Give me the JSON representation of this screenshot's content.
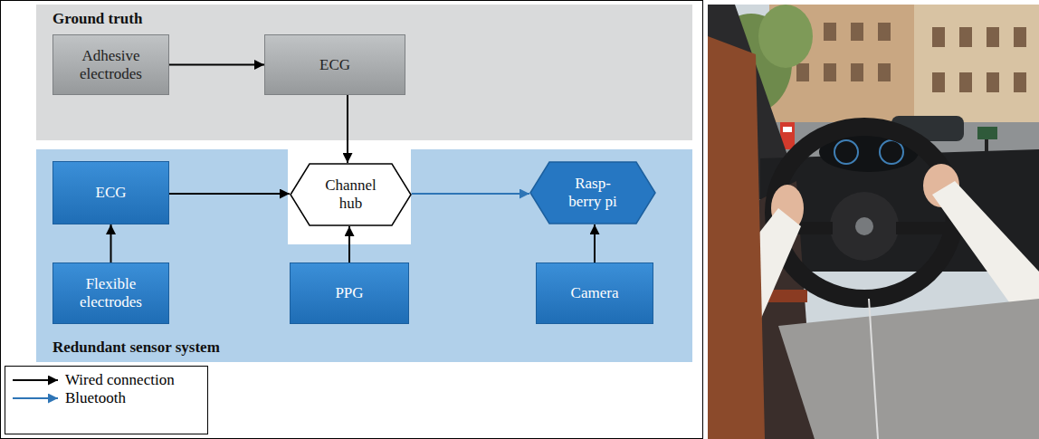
{
  "diagram": {
    "nodes": [
      {
        "text": [
          "Ground truth"
        ]
      },
      {
        "text": [
          "Adhesive electrodes"
        ],
        "in": 0
      },
      {
        "text": [
          "ECG"
        ],
        "in": 0
      },
      {
        "text": [
          "Redundant sensor system"
        ]
      },
      {
        "text": [
          "ECG"
        ],
        "in": 3
      },
      {
        "text": [
          "Channel hub"
        ],
        "in": 3
      },
      {
        "text": [
          "Rasp- berry pi"
        ],
        "in": 3
      },
      {
        "text": [
          "Flexible electrodes"
        ],
        "in": 3
      },
      {
        "text": [
          "PPG"
        ],
        "in": 3
      },
      {
        "text": [
          "Camera"
        ],
        "in": 3
      }
    ],
    "edges": [
      {
        "from": 1,
        "to": 2,
        "arrow": "to"
      },
      {
        "from": 2,
        "to": 5,
        "arrow": "to"
      },
      {
        "from": 4,
        "to": 5,
        "arrow": "to"
      },
      {
        "from": 7,
        "to": 4,
        "arrow": "to"
      },
      {
        "from": 8,
        "to": 5,
        "arrow": "to"
      },
      {
        "from": 5,
        "to": 6,
        "arrow": "to"
      },
      {
        "from": 9,
        "to": 6,
        "arrow": "to"
      }
    ],
    "legend": [
      {
        "text": "Wired connection"
      },
      {
        "text": "Bluetooth"
      }
    ]
  }
}
